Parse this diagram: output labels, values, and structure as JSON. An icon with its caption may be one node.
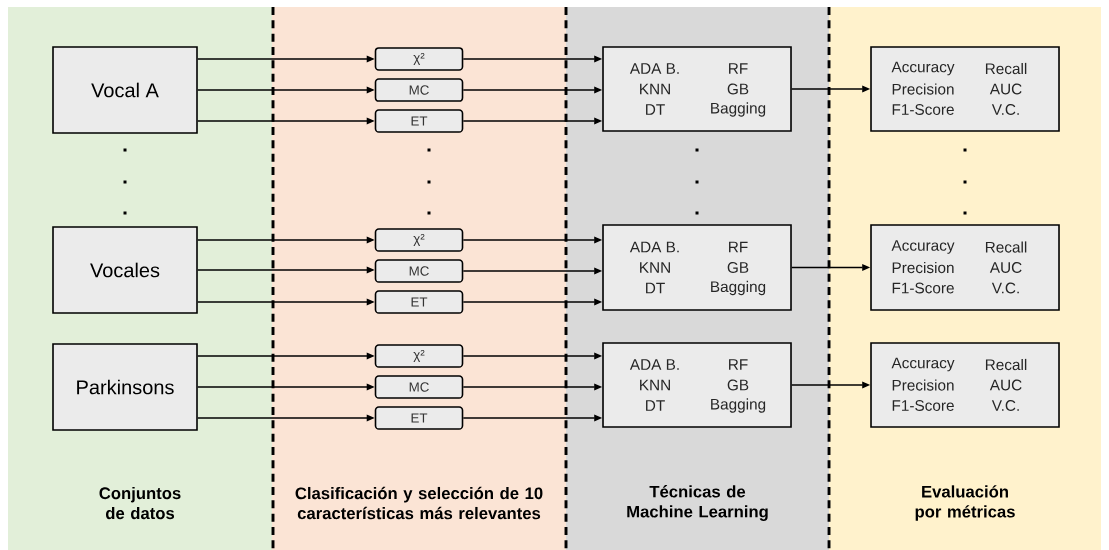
{
  "diagram": {
    "nodes": [
      {
        "text": [
          "Conjuntos de datos"
        ]
      },
      {
        "text": [
          "Clasificación y selección de 10 características más relevantes"
        ]
      },
      {
        "text": [
          "Técnicas de Machine Learning"
        ]
      },
      {
        "text": [
          "Evaluación por métricas"
        ]
      },
      {
        "text": [
          "Vocal A"
        ],
        "in": 0
      },
      {
        "text": [
          "Vocales"
        ],
        "in": 0
      },
      {
        "text": [
          "Parkinsons"
        ],
        "in": 0
      },
      {
        "text": [
          "χ²"
        ],
        "in": 1
      },
      {
        "text": [
          "MC"
        ],
        "in": 1
      },
      {
        "text": [
          "ET"
        ],
        "in": 1
      },
      {
        "text": [
          "χ²"
        ],
        "in": 1
      },
      {
        "text": [
          "MC"
        ],
        "in": 1
      },
      {
        "text": [
          "ET"
        ],
        "in": 1
      },
      {
        "text": [
          "χ²"
        ],
        "in": 1
      },
      {
        "text": [
          "MC"
        ],
        "in": 1
      },
      {
        "text": [
          "ET"
        ],
        "in": 1
      },
      {
        "text": [
          "ADA B.",
          "RF",
          "KNN",
          "GB",
          "DT",
          "Bagging"
        ],
        "in": 2
      },
      {
        "text": [
          "ADA B.",
          "RF",
          "KNN",
          "GB",
          "DT",
          "Bagging"
        ],
        "in": 2
      },
      {
        "text": [
          "ADA B.",
          "RF",
          "KNN",
          "GB",
          "DT",
          "Bagging"
        ],
        "in": 2
      },
      {
        "text": [
          "Accuracy",
          "Recall",
          "Precision",
          "AUC",
          "F1-Score",
          "V.C."
        ],
        "in": 3
      },
      {
        "text": [
          "Accuracy",
          "Recall",
          "Precision",
          "AUC",
          "F1-Score",
          "V.C."
        ],
        "in": 3
      },
      {
        "text": [
          "Accuracy",
          "Recall",
          "Precision",
          "AUC",
          "F1-Score",
          "V.C."
        ],
        "in": 3
      }
    ],
    "edges": [
      {
        "from": 4,
        "to": 7,
        "arrow": "to"
      },
      {
        "from": 4,
        "to": 8,
        "arrow": "to"
      },
      {
        "from": 4,
        "to": 9,
        "arrow": "to"
      },
      {
        "from": 5,
        "to": 10,
        "arrow": "to"
      },
      {
        "from": 5,
        "to": 11,
        "arrow": "to"
      },
      {
        "from": 5,
        "to": 12,
        "arrow": "to"
      },
      {
        "from": 6,
        "to": 13,
        "arrow": "to"
      },
      {
        "from": 6,
        "to": 14,
        "arrow": "to"
      },
      {
        "from": 6,
        "to": 15,
        "arrow": "to"
      },
      {
        "from": 7,
        "to": 16,
        "arrow": "to"
      },
      {
        "from": 8,
        "to": 16,
        "arrow": "to"
      },
      {
        "from": 9,
        "to": 16,
        "arrow": "to"
      },
      {
        "from": 10,
        "to": 17,
        "arrow": "to"
      },
      {
        "from": 11,
        "to": 17,
        "arrow": "to"
      },
      {
        "from": 12,
        "to": 17,
        "arrow": "to"
      },
      {
        "from": 13,
        "to": 18,
        "arrow": "to"
      },
      {
        "from": 14,
        "to": 18,
        "arrow": "to"
      },
      {
        "from": 15,
        "to": 18,
        "arrow": "to"
      },
      {
        "from": 16,
        "to": 19,
        "arrow": "to"
      },
      {
        "from": 17,
        "to": 20,
        "arrow": "to"
      },
      {
        "from": 18,
        "to": 21,
        "arrow": "to"
      }
    ]
  }
}
